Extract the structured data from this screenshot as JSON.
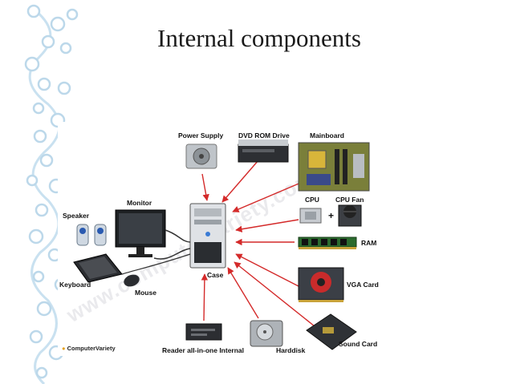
{
  "slide": {
    "title": "Internal components"
  },
  "figure": {
    "watermark": "www.computervariety.com",
    "logo_text": "ComputerVariety",
    "labels": {
      "power_supply": "Power Supply",
      "dvd_rom": "DVD ROM Drive",
      "mainboard": "Mainboard",
      "cpu": "CPU",
      "plus": "+",
      "cpu_fan": "CPU Fan",
      "ram": "RAM",
      "vga_card": "VGA Card",
      "sound_card": "Sound Card",
      "harddisk": "Harddisk",
      "reader": "Reader all-in-one Internal",
      "case": "Case",
      "monitor": "Monitor",
      "speaker": "Speaker",
      "keyboard": "Keyboard",
      "mouse": "Mouse"
    }
  },
  "colors": {
    "arrow": "#d42a2a",
    "background": "#ffffff",
    "decoration": "#cfe3f0"
  }
}
